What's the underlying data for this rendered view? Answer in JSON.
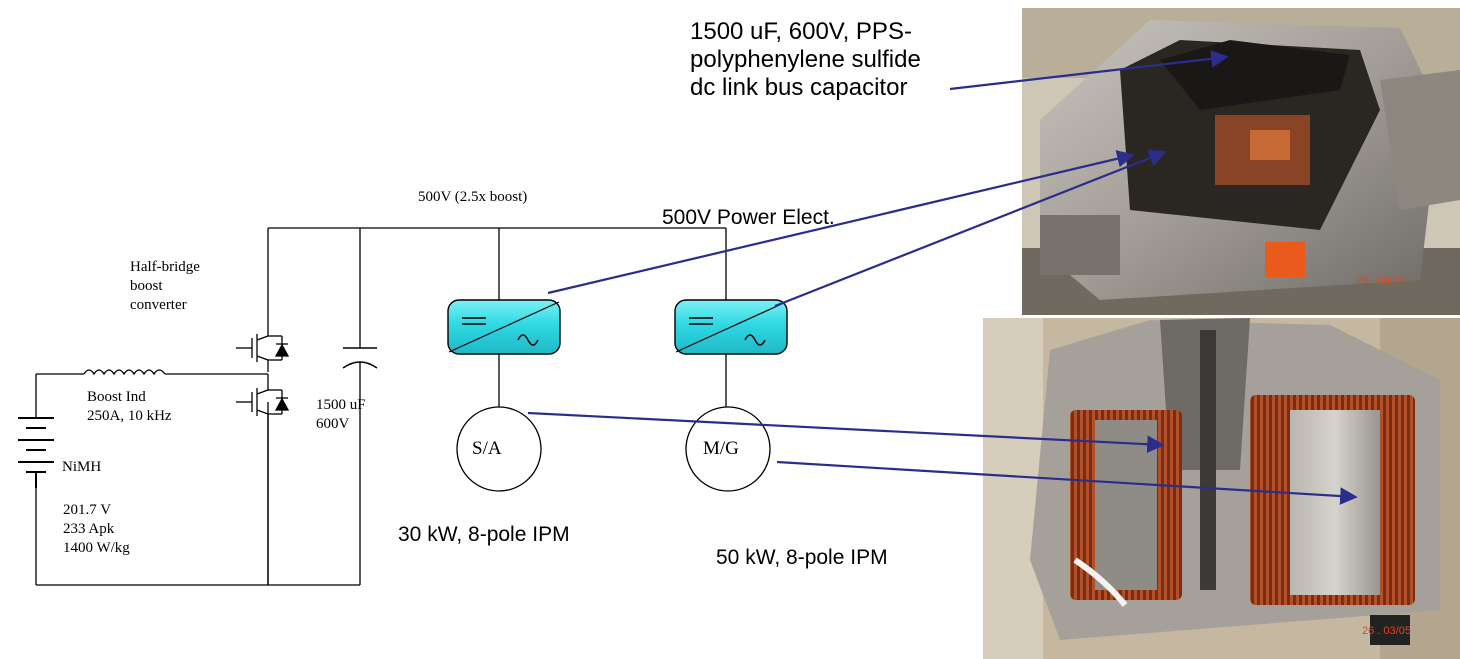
{
  "annotations": {
    "capacitor_callout": [
      "1500 uF, 600V, PPS-",
      "polyphenylene sulfide",
      "dc link bus capacitor"
    ],
    "power_electronics": "500V Power Elect.",
    "sa_motor_spec": "30 kW, 8-pole IPM",
    "mg_motor_spec": "50 kW, 8-pole IPM"
  },
  "circuit": {
    "bus_voltage": "500V (2.5x boost)",
    "boost_converter": [
      "Half-bridge",
      "boost",
      "converter"
    ],
    "boost_inductor": [
      "Boost Ind",
      "250A, 10 kHz"
    ],
    "dc_capacitor": [
      "1500 uF",
      "600V"
    ],
    "battery": {
      "name": "NiMH",
      "specs": [
        "201.7 V",
        "233 Apk",
        "1400 W/kg"
      ]
    },
    "machines": [
      {
        "label": "S/A"
      },
      {
        "label": "M/G"
      }
    ]
  },
  "photos": {
    "inverter_timestamp": "28 . 03/05",
    "motor_timestamp": "26 . 03/05"
  },
  "colors": {
    "inverter_fill": "#33dfe8",
    "arrow": "#2b2d8c",
    "wire": "#000000"
  }
}
